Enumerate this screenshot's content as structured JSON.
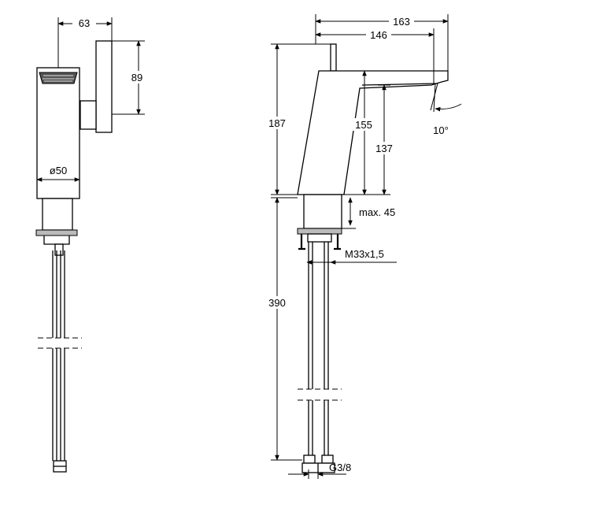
{
  "dimensions": {
    "side_width": "63",
    "side_height": "89",
    "body_diameter": "ø50",
    "total_length": "163",
    "spout_length": "146",
    "total_height": "187",
    "height_155": "155",
    "height_137": "137",
    "angle": "10°",
    "max_thickness": "max. 45",
    "thread": "M33x1,5",
    "hose_length": "390",
    "connection": "G3/8"
  }
}
